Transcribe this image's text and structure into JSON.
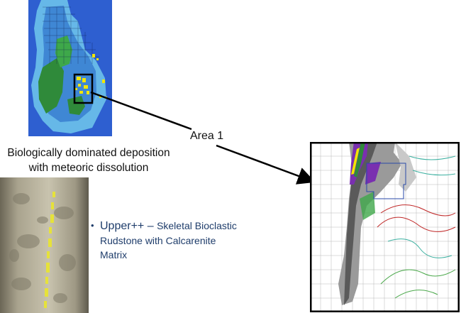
{
  "caption": {
    "line1": "Biologically dominated deposition",
    "line2": "with meteoric dissolution"
  },
  "area_label": "Area 1",
  "bullet": {
    "marker": "•",
    "lead": "Upper++",
    "dash": " – ",
    "rest": "Skeletal Bioclastic Rudstone with Calcarenite Matrix"
  },
  "colors": {
    "map_blue": "#2e5fd0",
    "map_green": "#2f8a3a",
    "highlight_yellow": "#f3e600",
    "text_blue": "#1f3d6b",
    "purple": "#7a2fb0",
    "dark_gray": "#5a5a5a"
  }
}
